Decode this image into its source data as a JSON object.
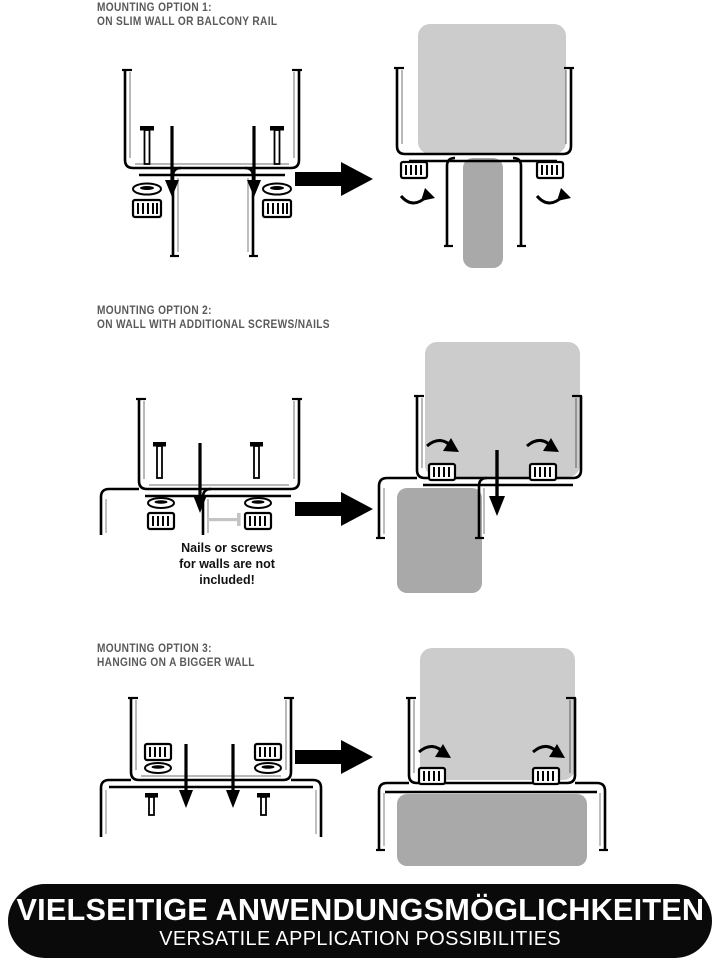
{
  "page": {
    "background": "#ffffff",
    "heading_color": "#5a5a5a",
    "line_color": "#000000",
    "panel_light_gray": "#cccccc",
    "panel_mid_gray": "#a9a9a9",
    "nail_gray": "#c4c4c4",
    "banner_bg": "#0a0a0a",
    "banner_text_color": "#ffffff"
  },
  "sections": [
    {
      "id": "option-1",
      "title_line1": "MOUNTING OPTION 1:",
      "title_line2": "ON SLIM WALL OR BALCONY RAIL",
      "before_caption": "bracket with hooks pointing down",
      "after_caption": "planter mounted on slim wall or balcony rail",
      "arrow": "right-arrow"
    },
    {
      "id": "option-2",
      "title_line1": "MOUNTING OPTION 2:",
      "title_line2": "ON WALL WITH ADDITIONAL SCREWS/NAILS",
      "before_caption": "bracket with hooks rotated sideways",
      "after_caption": "planter fixed flat to wall with screws or nails",
      "arrow": "right-arrow"
    },
    {
      "id": "option-3",
      "title_line1": "MOUNTING OPTION 3:",
      "title_line2": "HANGING ON A BIGGER WALL",
      "before_caption": "bracket with hooks spread wide",
      "after_caption": "planter hanging over a bigger wall",
      "arrow": "right-arrow"
    }
  ],
  "note": {
    "line1": "Nails or screws",
    "line2": "for walls are not",
    "line3": "included!"
  },
  "banner": {
    "german": "VIELSEITIGE ANWENDUNGSMÖGLICHKEITEN",
    "english": "VERSATILE APPLICATION POSSIBILITIES"
  },
  "icons": {
    "screw": "screw-icon",
    "nut": "knurled-nut-icon",
    "washer": "washer-icon",
    "nail": "nail-icon",
    "down_arrow": "down-arrow-icon",
    "rotate_arrow": "rotate-arrow-icon",
    "big_arrow": "right-arrow-icon"
  }
}
